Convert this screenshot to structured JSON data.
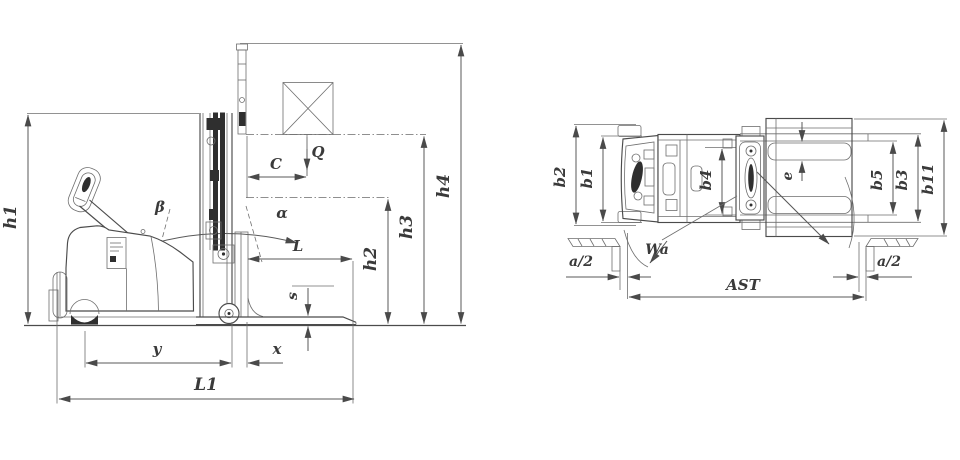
{
  "figure": {
    "background": "#ffffff",
    "line_color": "#4b4b4b",
    "dimension_color": "#585858",
    "phantom_color": "#8f8f8f",
    "label_color": "#3a3a3a"
  },
  "side_view": {
    "labels": {
      "h1": "h1",
      "h2": "h2",
      "h3": "h3",
      "h4": "h4",
      "C": "C",
      "Q": "Q",
      "beta": "β",
      "alpha": "α",
      "L": "L",
      "s": "s",
      "y": "y",
      "x": "x",
      "L1": "L1"
    }
  },
  "top_view": {
    "labels": {
      "b2": "b2",
      "b1": "b1",
      "b4": "b4",
      "e": "e",
      "b5": "b5",
      "b3": "b3",
      "b11": "b11",
      "a2_left": "a/2",
      "a2_right": "a/2",
      "Wa": "Wa",
      "AST": "AST"
    }
  }
}
